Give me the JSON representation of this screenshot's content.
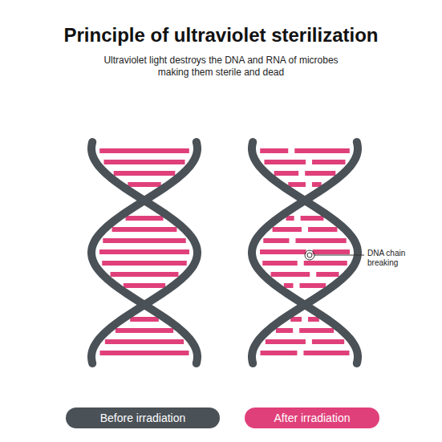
{
  "diagram": {
    "title": "Principle of ultraviolet sterilization",
    "nodes": [
      {
        "text": [
          "Before irradiation"
        ]
      },
      {
        "text": [
          "After irradiation"
        ]
      }
    ],
    "labels": [
      "Ultraviolet light destroys the DNA and RNA of microbes making them sterile and dead",
      "DNA chain breaking"
    ]
  }
}
